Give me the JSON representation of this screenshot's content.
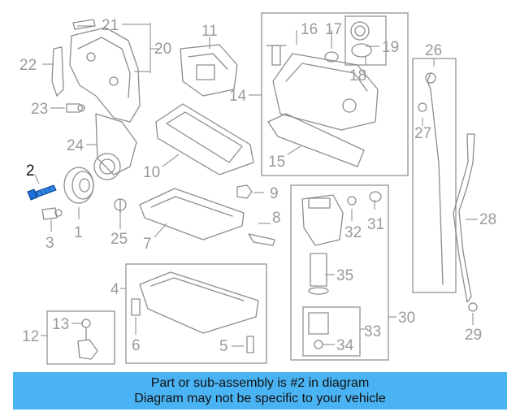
{
  "diagram": {
    "callouts": [
      "1",
      "2",
      "3",
      "4",
      "5",
      "6",
      "7",
      "8",
      "9",
      "10",
      "11",
      "12",
      "13",
      "14",
      "15",
      "16",
      "17",
      "18",
      "19",
      "20",
      "21",
      "22",
      "23",
      "24",
      "25",
      "26",
      "27",
      "28",
      "29",
      "30",
      "31",
      "32",
      "33",
      "34",
      "35"
    ],
    "highlighted_part": "2"
  },
  "banner": {
    "line1": "Part or sub-assembly is #2 in diagram",
    "line2": "Diagram may not be specific to your vehicle",
    "background": "#4ab3f3"
  },
  "colors": {
    "line_art": "#8d8d8d",
    "highlight_part": "#1c6fd4"
  }
}
